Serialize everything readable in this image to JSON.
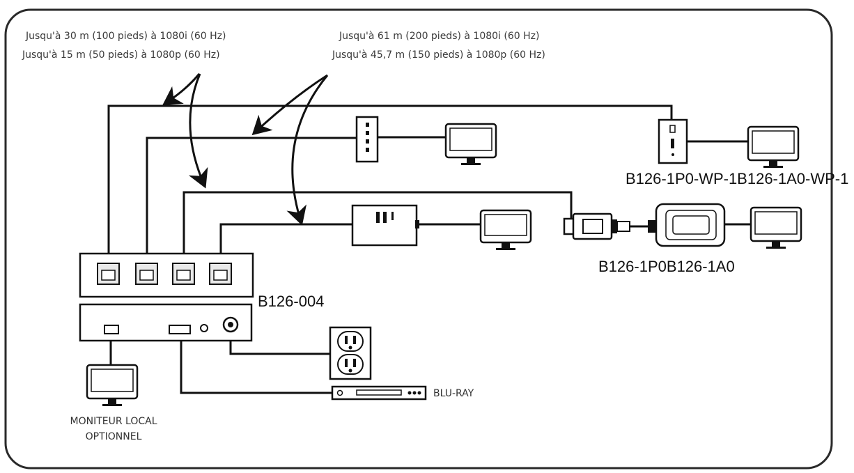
{
  "notes": {
    "left_line1": "Jusqu'à 30 m (100 pieds) à 1080i (60 Hz)",
    "left_line2": "Jusqu'à 15 m (50 pieds) à 1080p (60 Hz)",
    "right_line1": "Jusqu'à 61 m (200 pieds) à 1080i (60 Hz)",
    "right_line2": "Jusqu'à 45,7 m (150 pieds) à 1080p (60 Hz)"
  },
  "labels": {
    "wallplate_models": "B126-1P0-WP-1B126-1A0-WP-1",
    "extender_models": "B126-1P0B126-1A0",
    "splitter_model": "B126-004",
    "bluray": "BLU-RAY",
    "local_monitor_line1": "MONITEUR LOCAL",
    "local_monitor_line2": "OPTIONNEL"
  },
  "colors": {
    "line": "#111111",
    "frame": "#2a2a2a",
    "device_fill": "#ffffff",
    "port_fill": "#e9e9e9"
  }
}
